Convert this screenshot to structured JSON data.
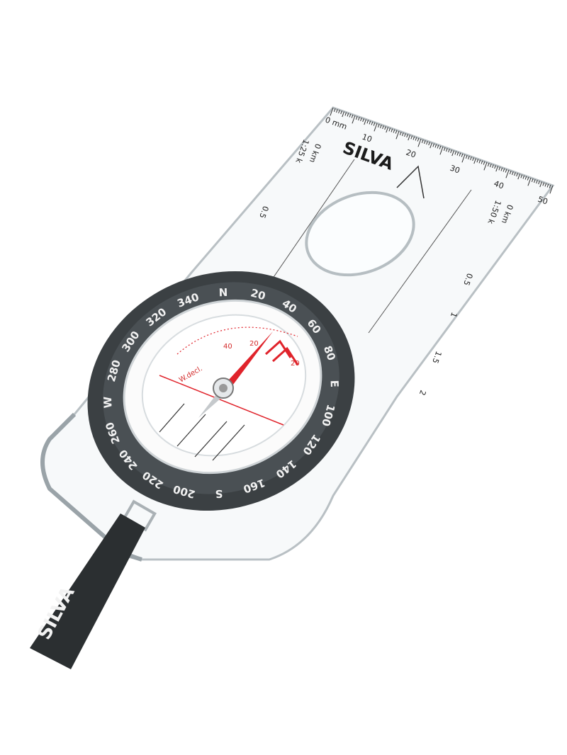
{
  "product": {
    "brand_logo": "SILVA",
    "strap_logo": "SILVA"
  },
  "ruler": {
    "mm_label": "0 mm",
    "mm_ticks": [
      "10",
      "20",
      "30",
      "40",
      "50"
    ],
    "left_scale": {
      "ratio": "1:25 k",
      "zero": "0 km",
      "marks": [
        "0.5"
      ]
    },
    "right_scale": {
      "ratio": "1:50 k",
      "zero": "0 km",
      "marks": [
        "0.5",
        "1",
        "1.5",
        "2"
      ]
    }
  },
  "bezel": {
    "labels": [
      "N",
      "20",
      "40",
      "60",
      "80",
      "E",
      "100",
      "120",
      "140",
      "160",
      "S",
      "200",
      "220",
      "240",
      "260",
      "W",
      "280",
      "300",
      "320",
      "340"
    ]
  },
  "declination": {
    "label": "W.decl.",
    "marks": [
      "40",
      "20",
      "20"
    ]
  },
  "colors": {
    "housing": "#3b4043",
    "needle": "#e0232b",
    "strap": "#2b2f31",
    "plate_edge": "#b9c0c4"
  }
}
